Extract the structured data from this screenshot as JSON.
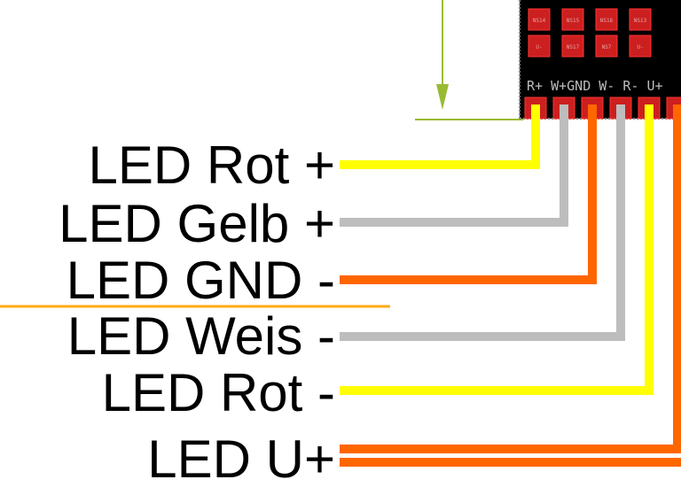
{
  "diagram": {
    "board_pads": [
      {
        "id": "pad-ns14",
        "label": "NS14"
      },
      {
        "id": "pad-ns15",
        "label": "NS15"
      },
      {
        "id": "pad-ns16",
        "label": "NS16"
      },
      {
        "id": "pad-ns13",
        "label": "NS13"
      },
      {
        "id": "pad-row2-1",
        "label": "U-"
      },
      {
        "id": "pad-ns17",
        "label": "NS17"
      },
      {
        "id": "pad-ns7",
        "label": "NS7"
      },
      {
        "id": "pad-row2-4",
        "label": "U-"
      }
    ],
    "pin_header": "R+ W+GND W- R- U+",
    "wires": [
      {
        "label": "LED Rot +",
        "color": "#ffff00"
      },
      {
        "label": "LED Gelb +",
        "color": "#bdbdbd"
      },
      {
        "label": "LED GND -",
        "color": "#ff6600"
      },
      {
        "label": "LED Weis -",
        "color": "#bdbdbd"
      },
      {
        "label": "LED Rot -",
        "color": "#ffff00"
      },
      {
        "label": "LED U+",
        "color": "#ff6600"
      }
    ],
    "colors": {
      "board": "#000000",
      "pad": "#cc1f1f",
      "pad_outline": "#ff3333",
      "arrow": "#99bb33",
      "divider": "#ffaa11",
      "label_text": "#000000"
    }
  }
}
